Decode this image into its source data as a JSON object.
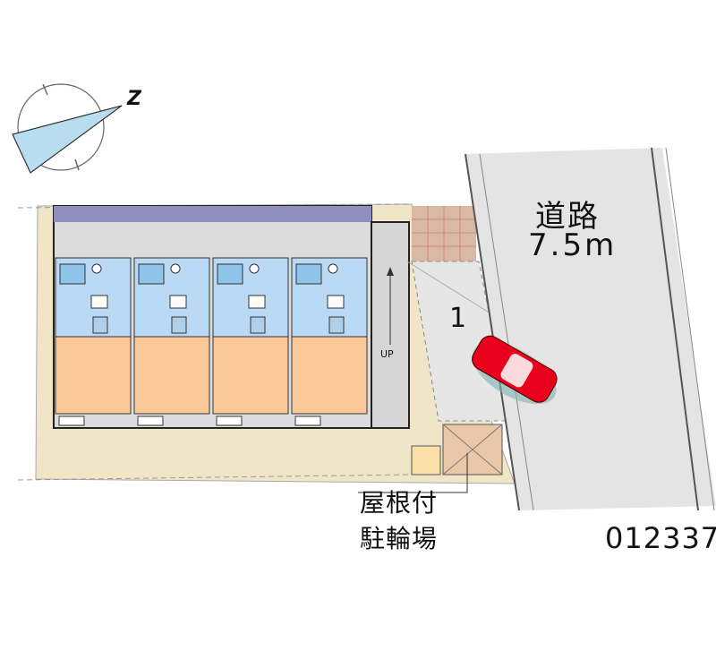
{
  "road": {
    "name": "道路",
    "width": "7.5m"
  },
  "parking": {
    "slot_number": "1"
  },
  "stairs": {
    "label": "UP"
  },
  "compass": {
    "north_label": "Z"
  },
  "bicycle_parking": {
    "line1": "屋根付",
    "line2": "駐輪場"
  },
  "property_code": "012337",
  "colors": {
    "road": "#e4e4e4",
    "site": "#efe6c8",
    "room": "#fbc89a",
    "wet_area": "#b9d9f4",
    "roof_strip": "#8f8fbf",
    "car": "#e8001c",
    "bike_shelter": "#e8c8a8"
  }
}
